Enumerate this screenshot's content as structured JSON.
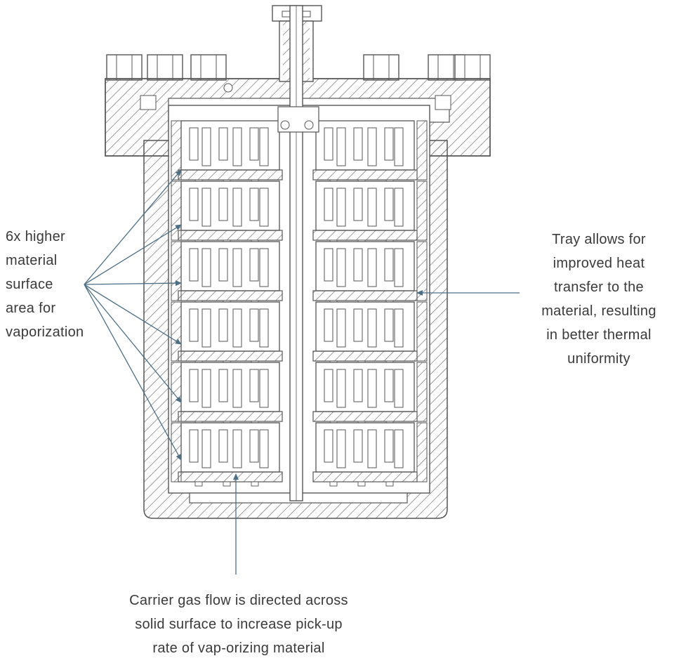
{
  "colors": {
    "outline": "#555555",
    "hatch": "#6a6a6a",
    "arrow": "#4d6f86",
    "text": "#3a3a3a",
    "background": "#ffffff"
  },
  "annotations": {
    "left": {
      "lines": [
        "6x higher",
        "material",
        "surface",
        "area for",
        "vaporization"
      ]
    },
    "right": {
      "lines": [
        "Tray allows for",
        "improved heat",
        "transfer to the",
        "material, resulting",
        "in better thermal",
        "uniformity"
      ]
    },
    "bottom": {
      "lines": [
        "Carrier gas flow is directed across",
        "solid surface to increase pick-up",
        "rate of vap-orizing material"
      ]
    }
  },
  "diagram": {
    "tray_count": 6,
    "cap_bolts": 6
  }
}
